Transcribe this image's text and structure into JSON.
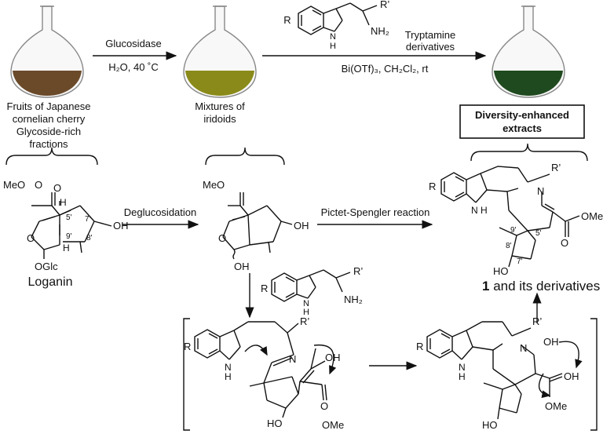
{
  "flasks": {
    "flask1": {
      "fill_color": "#6b4a2a"
    },
    "flask2": {
      "fill_color": "#8a8a1a"
    },
    "flask3": {
      "fill_color": "#1f4a1f"
    }
  },
  "top_row": {
    "arrow1": {
      "above": "Glucosidase",
      "below": "H₂O, 40 ˚C"
    },
    "arrow2": {
      "above": "Tryptamine",
      "above2": "derivatives",
      "below": "Bi(OTf)₃, CH₂Cl₂, rt"
    },
    "flask1_caption": [
      "Fruits of Japanese",
      "cornelian cherry",
      "Glycoside-rich",
      "fractions"
    ],
    "flask2_caption": [
      "Mixtures of",
      "iridoids"
    ],
    "flask3_caption": [
      "Diversity-enhanced",
      "extracts"
    ]
  },
  "reagent_top": {
    "R": "R",
    "R_prime": "R’",
    "NH2": "NH₂",
    "NH": "H"
  },
  "loganin": {
    "name": "Loganin",
    "ester": "MeO",
    "OH": "OH",
    "OGlc": "OGlc",
    "H5": "H",
    "H9": "H",
    "locants": [
      "5'",
      "9'",
      "8'",
      "7'"
    ]
  },
  "middle_row": {
    "arrow3": "Deglucosidation",
    "arrow4": "Pictet-Spengler reaction"
  },
  "aglycone": {
    "ester": "MeO",
    "OH_right": "OH",
    "OH_bottom": "OH"
  },
  "product": {
    "caption_bold": "1",
    "caption_rest": " and its derivatives",
    "R": "R",
    "R_prime": "R’",
    "N": "N",
    "NH": "H",
    "OMe": "OMe",
    "HO": "HO",
    "locants": [
      "9'",
      "8'",
      "5'",
      "7'"
    ]
  },
  "reagent_mid": {
    "R": "R",
    "R_prime": "R’",
    "NH2": "NH₂",
    "NH": "H"
  },
  "intermediate1": {
    "R": "R",
    "R_prime": "R’",
    "N": "N",
    "OH": "OH",
    "O": "O",
    "OMe": "OMe",
    "HO": "HO",
    "H": "H"
  },
  "intermediate2": {
    "R": "R",
    "R_prime": "R’",
    "N": "N",
    "OH": "OH",
    "OH2": "OH",
    "OMe": "OMe",
    "HO": "HO",
    "H": "H"
  }
}
